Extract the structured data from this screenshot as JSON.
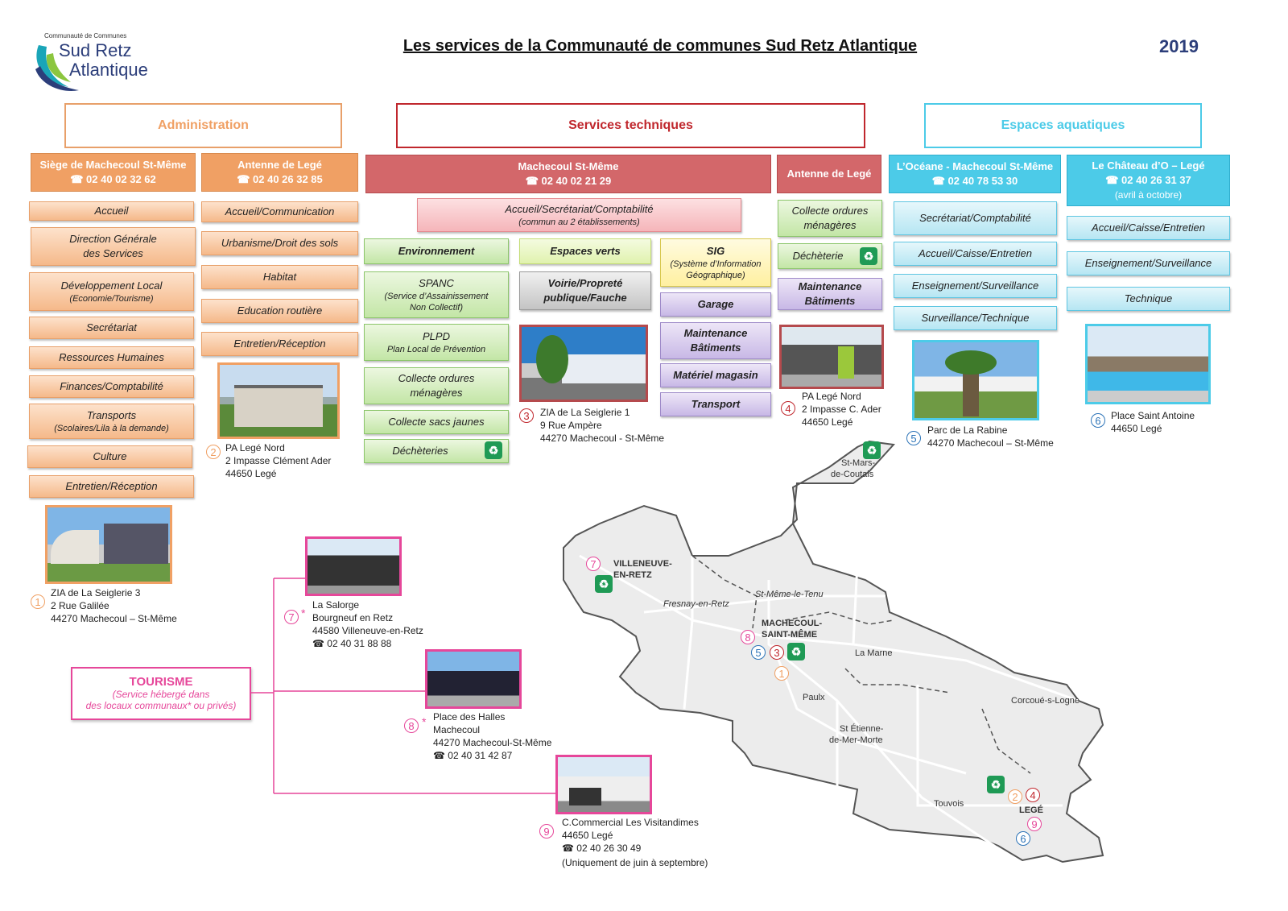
{
  "logo": {
    "top": "Communauté de Communes",
    "line1": "Sud Retz",
    "line2": "Atlantique"
  },
  "title": "Les  services de la Communauté de communes Sud Retz Atlantique",
  "year": "2019",
  "colors": {
    "orange": "#f0a064",
    "orange_text": "#f0a064",
    "red": "#d3676a",
    "red_text": "#c0272d",
    "cyan": "#4ccbe8",
    "cyan_text": "#4ccbe8",
    "pink": "#e6479a",
    "green": "#1f9a55"
  },
  "administration": {
    "title": "Administration",
    "siege": {
      "name": "Siège de Machecoul St-Même",
      "phone": "☎ 02 40 02 32 62"
    },
    "antenne": {
      "name": "Antenne de Legé",
      "phone": "☎ 02 40 26 32 85"
    },
    "siege_items": [
      {
        "l1": "Accueil",
        "l2": ""
      },
      {
        "l1": "Direction Générale",
        "l2": "des Services"
      },
      {
        "l1": "Développement Local",
        "l2": "(Economie/Tourisme)"
      },
      {
        "l1": "Secrétariat",
        "l2": ""
      },
      {
        "l1": "Ressources Humaines",
        "l2": ""
      },
      {
        "l1": "Finances/Comptabilité",
        "l2": ""
      },
      {
        "l1": "Transports",
        "l2": "(Scolaires/Lila à la demande)"
      },
      {
        "l1": "Culture",
        "l2": ""
      },
      {
        "l1": "Entretien/Réception",
        "l2": ""
      }
    ],
    "antenne_items": [
      "Accueil/Communication",
      "Urbanisme/Droit des sols",
      "Habitat",
      "Education routière",
      "Entretien/Réception"
    ],
    "addr1": {
      "num": "1",
      "l1": "ZIA de La Seiglerie 3",
      "l2": "2 Rue Galilée",
      "l3": "44270 Machecoul – St-Même"
    },
    "addr2": {
      "num": "2",
      "l1": "PA Legé Nord",
      "l2": "2 Impasse Clément Ader",
      "l3": "44650 Legé"
    }
  },
  "technique": {
    "title": "Services techniques",
    "machecoul": {
      "name": "Machecoul St-Même",
      "phone": "☎ 02 40 02 21 29"
    },
    "antenne": {
      "name": "Antenne de Legé"
    },
    "accueil": {
      "l1": "Accueil/Secrétariat/Comptabilité",
      "l2": "(commun au 2 établissements)"
    },
    "environnement": "Environnement",
    "spanc": {
      "l1": "SPANC",
      "l2": "(Service d’Assainissement",
      "l3": "Non Collectif)"
    },
    "plpd": {
      "l1": "PLPD",
      "l2": "Plan Local de Prévention"
    },
    "collecte": {
      "l1": "Collecte ordures",
      "l2": "ménagères"
    },
    "sacs": "Collecte sacs jaunes",
    "decheteries": "Déchèteries",
    "espaces_verts": "Espaces verts",
    "voirie": {
      "l1": "Voirie/Propreté",
      "l2": "publique/Fauche"
    },
    "sig": {
      "l1": "SIG",
      "l2": "(Système d’Information",
      "l3": "Géographique)"
    },
    "garage": "Garage",
    "maintenance": {
      "l1": "Maintenance",
      "l2": "Bâtiments"
    },
    "materiel": "Matériel magasin",
    "transport": "Transport",
    "lege_collecte": {
      "l1": "Collecte ordures",
      "l2": "ménagères"
    },
    "lege_decheterie": "Déchèterie",
    "lege_maintenance": {
      "l1": "Maintenance",
      "l2": "Bâtiments"
    },
    "addr3": {
      "num": "3",
      "l1": "ZIA de La Seiglerie 1",
      "l2": "9 Rue Ampère",
      "l3": "44270 Machecoul - St-Même"
    },
    "addr4": {
      "num": "4",
      "l1": "PA Legé Nord",
      "l2": "2 Impasse C. Ader",
      "l3": "44650 Legé"
    }
  },
  "aquatique": {
    "title": "Espaces aquatiques",
    "oceane": {
      "name": "L’Océane - Machecoul St-Même",
      "phone": "☎ 02 40 78 53 30"
    },
    "chateau": {
      "name": "Le Château d’O – Legé",
      "phone": "☎ 02 40 26 31 37",
      "note": "(avril à octobre)"
    },
    "oceane_items": [
      "Secrétariat/Comptabilité",
      "Accueil/Caisse/Entretien",
      "Enseignement/Surveillance",
      "Surveillance/Technique"
    ],
    "chateau_items": [
      "Accueil/Caisse/Entretien",
      "Enseignement/Surveillance",
      "Technique"
    ],
    "addr5": {
      "num": "5",
      "l1": "Parc de La Rabine",
      "l2": "44270 Machecoul – St-Même"
    },
    "addr6": {
      "num": "6",
      "l1": "Place Saint Antoine",
      "l2": "44650 Legé"
    }
  },
  "tourisme": {
    "title": "TOURISME",
    "l1": "(Service hébergé dans",
    "l2": "des locaux communaux* ou privés)",
    "addr7": {
      "num": "7",
      "l1": "La Salorge",
      "l2": "Bourgneuf en Retz",
      "l3": "44580 Villeneuve-en-Retz",
      "l4": "☎ 02 40 31 88 88"
    },
    "addr8": {
      "num": "8",
      "l1": "Place des Halles",
      "l2": "Machecoul",
      "l3": "44270 Machecoul-St-Même",
      "l4": "☎ 02 40 31 42 87"
    },
    "addr9": {
      "num": "9",
      "l1": "C.Commercial Les Visitandimes",
      "l2": "44650 Legé",
      "l3": "☎ 02 40 26 30 49",
      "l4": "(Uniquement de juin à septembre)"
    },
    "star": "*"
  },
  "map": {
    "places": [
      "St-Mars-",
      "de-Coutais",
      "VILLENEUVE-",
      "EN-RETZ",
      "Fresnay-en-Retz",
      "St-Même-le-Tenu",
      "MACHECOUL-",
      "SAINT-MÊME",
      "La Marne",
      "Paulx",
      "St Étienne-",
      "de-Mer-Morte",
      "Corcoué-s-Logne",
      "Touvois",
      "LEGÉ"
    ]
  }
}
